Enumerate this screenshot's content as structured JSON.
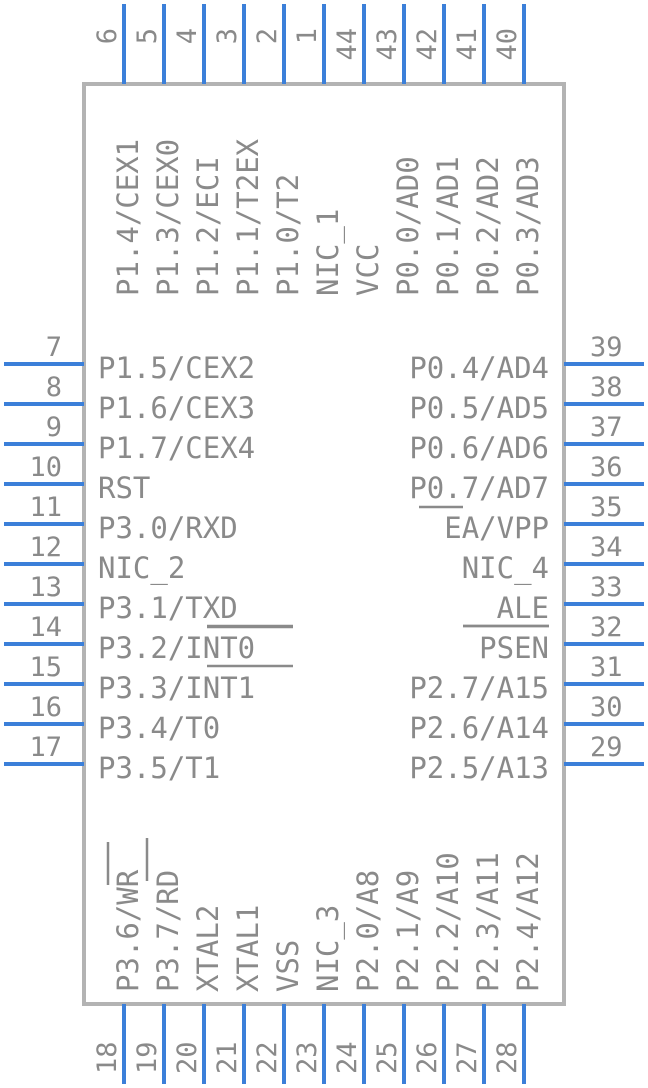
{
  "pins": {
    "left": [
      {
        "number": "7",
        "name": "P1.5/CEX2"
      },
      {
        "number": "8",
        "name": "P1.6/CEX3"
      },
      {
        "number": "9",
        "name": "P1.7/CEX4"
      },
      {
        "number": "10",
        "name": "RST"
      },
      {
        "number": "11",
        "name": "P3.0/RXD"
      },
      {
        "number": "12",
        "name": "NIC_2"
      },
      {
        "number": "13",
        "name": "P3.1/TXD"
      },
      {
        "number": "14",
        "name": "P3.2/INT0"
      },
      {
        "number": "15",
        "name": "P3.3/INT1"
      },
      {
        "number": "16",
        "name": "P3.4/T0"
      },
      {
        "number": "17",
        "name": "P3.5/T1"
      }
    ],
    "right": [
      {
        "number": "39",
        "name": "P0.4/AD4"
      },
      {
        "number": "38",
        "name": "P0.5/AD5"
      },
      {
        "number": "37",
        "name": "P0.6/AD6"
      },
      {
        "number": "36",
        "name": "P0.7/AD7"
      },
      {
        "number": "35",
        "name": "EA/VPP"
      },
      {
        "number": "34",
        "name": "NIC_4"
      },
      {
        "number": "33",
        "name": "ALE"
      },
      {
        "number": "32",
        "name": "PSEN"
      },
      {
        "number": "31",
        "name": "P2.7/A15"
      },
      {
        "number": "30",
        "name": "P2.6/A14"
      },
      {
        "number": "29",
        "name": "P2.5/A13"
      }
    ],
    "top": [
      {
        "number": "6",
        "name": "P1.4/CEX1"
      },
      {
        "number": "5",
        "name": "P1.3/CEX0"
      },
      {
        "number": "4",
        "name": "P1.2/ECI"
      },
      {
        "number": "3",
        "name": "P1.1/T2EX"
      },
      {
        "number": "2",
        "name": "P1.0/T2"
      },
      {
        "number": "1",
        "name": "NIC_1"
      },
      {
        "number": "44",
        "name": "VCC"
      },
      {
        "number": "43",
        "name": "P0.0/AD0"
      },
      {
        "number": "42",
        "name": "P0.1/AD1"
      },
      {
        "number": "41",
        "name": "P0.2/AD2"
      },
      {
        "number": "40",
        "name": "P0.3/AD3"
      }
    ],
    "bottom": [
      {
        "number": "18",
        "name": "P3.6/WR"
      },
      {
        "number": "19",
        "name": "P3.7/RD"
      },
      {
        "number": "20",
        "name": "XTAL2"
      },
      {
        "number": "21",
        "name": "XTAL1"
      },
      {
        "number": "22",
        "name": "VSS"
      },
      {
        "number": "23",
        "name": "NIC_3"
      },
      {
        "number": "24",
        "name": "P2.0/A8"
      },
      {
        "number": "25",
        "name": "P2.1/A9"
      },
      {
        "number": "26",
        "name": "P2.2/A10"
      },
      {
        "number": "27",
        "name": "P2.3/A11"
      },
      {
        "number": "28",
        "name": "P2.4/A12"
      }
    ]
  },
  "colors": {
    "pin": "#3b7fd9",
    "outline": "#b3b3b3",
    "text": "#8a8a8a"
  }
}
